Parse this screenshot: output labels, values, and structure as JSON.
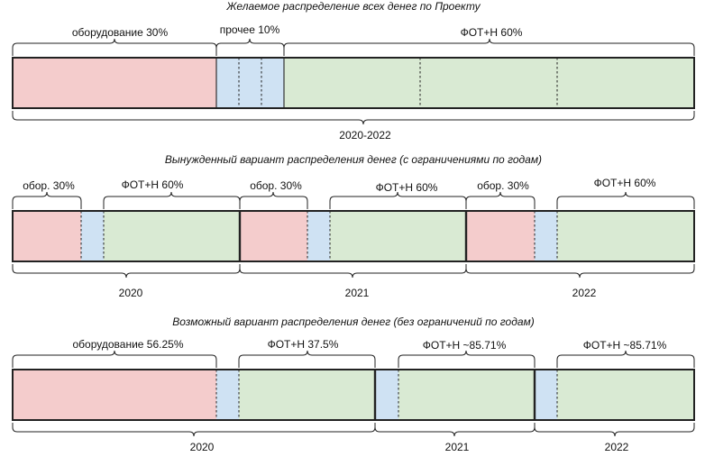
{
  "colors": {
    "equipment": "#f4cccc",
    "other": "#cfe2f3",
    "payroll": "#d9ead3",
    "stroke": "#222222"
  },
  "sections": [
    {
      "id": "desired",
      "title": "Желаемое распределение всех денег по Проекту",
      "top_labels": [
        "оборудование 30%",
        "прочее 10%",
        "ФОТ+Н 60%"
      ],
      "bottom_labels": [
        "2020-2022"
      ]
    },
    {
      "id": "forced",
      "title": "Вынужденный вариант распределения денег (с ограничениями по годам)",
      "top_labels": [
        "обор. 30%",
        "ФОТ+Н 60%",
        "обор. 30%",
        "ФОТ+Н 60%",
        "обор. 30%",
        "ФОТ+Н 60%"
      ],
      "bottom_labels": [
        "2020",
        "2021",
        "2022"
      ]
    },
    {
      "id": "possible",
      "title": "Возможный вариант распределения денег (без ограничений по годам)",
      "top_labels": [
        "оборудование 56.25%",
        "ФОТ+Н 37.5%",
        "ФОТ+Н ~85.71%",
        "ФОТ+Н ~85.71%"
      ],
      "bottom_labels": [
        "2020",
        "2021",
        "2022"
      ]
    }
  ]
}
